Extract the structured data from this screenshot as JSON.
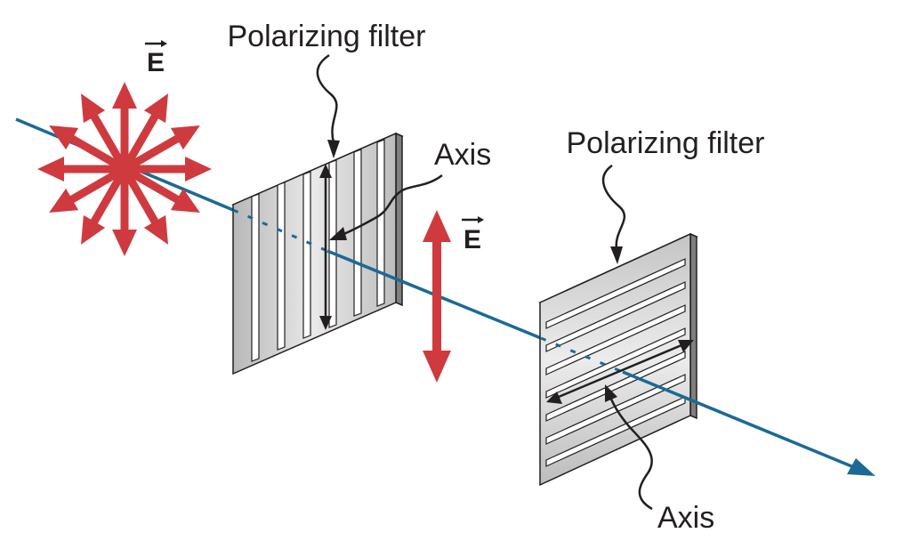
{
  "labels": {
    "filter1": "Polarizing filter",
    "filter2": "Polarizing filter",
    "axis1": "Axis",
    "axis2": "Axis",
    "efield_unpolarized": "E",
    "efield_polarized": "E"
  },
  "colors": {
    "beam": "#1b6a95",
    "field_arrow": "#cf3a3f",
    "filter_face": "#d9d9d9",
    "filter_dark": "#a3a3a3",
    "outline": "#231f20"
  }
}
